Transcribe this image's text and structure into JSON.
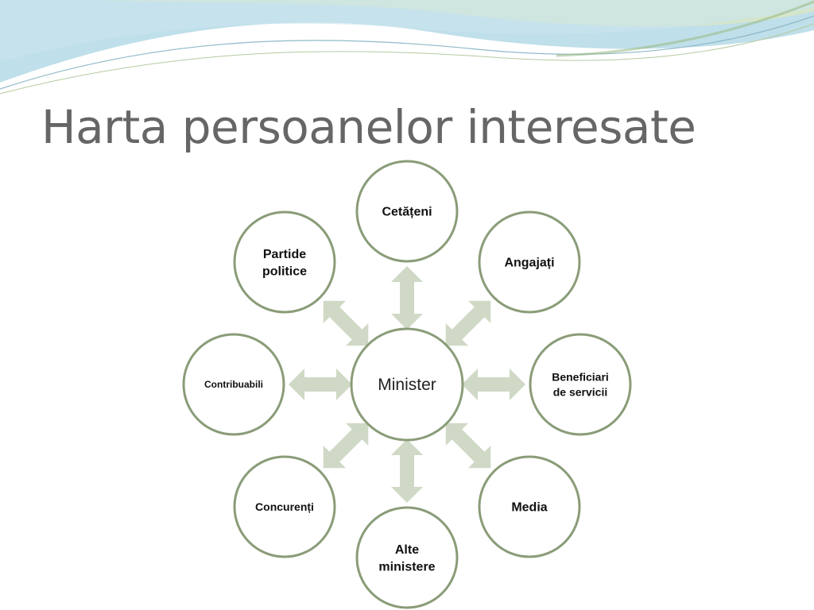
{
  "slide": {
    "title": "Harta persoanelor interesate"
  },
  "diagram": {
    "center": {
      "label": "Minister"
    },
    "stakeholders": [
      {
        "id": "cetateni",
        "lines": [
          "Cetățeni"
        ]
      },
      {
        "id": "angajati",
        "lines": [
          "Angajați"
        ]
      },
      {
        "id": "beneficiari",
        "lines": [
          "Beneficiari",
          "de servicii"
        ]
      },
      {
        "id": "media",
        "lines": [
          "Media"
        ]
      },
      {
        "id": "alte-ministere",
        "lines": [
          "Alte",
          "ministere"
        ]
      },
      {
        "id": "concurenti",
        "lines": [
          "Concurenți"
        ]
      },
      {
        "id": "contribuabili",
        "lines": [
          "Contribuabili"
        ]
      },
      {
        "id": "partide-politice",
        "lines": [
          "Partide",
          "politice"
        ]
      }
    ]
  },
  "colors": {
    "circle_stroke": "#8a9c78",
    "arrow_fill": "#cfd9c6",
    "title_text": "#666666",
    "wave_blue": "#a9d4e3",
    "wave_green": "#b9cba3"
  }
}
